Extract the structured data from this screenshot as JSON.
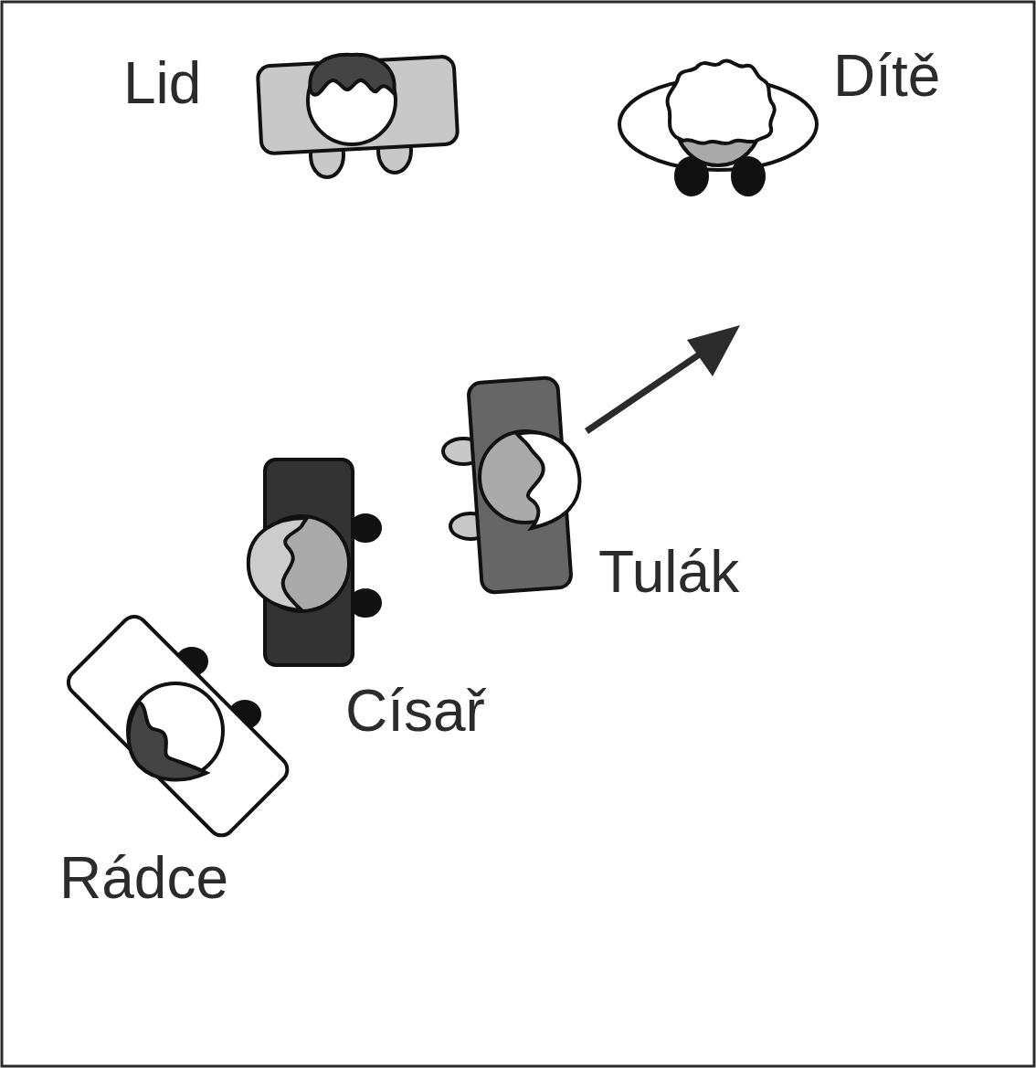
{
  "diagram": {
    "labels": [
      "Lid",
      "Dítě",
      "Tulák",
      "Císař",
      "Rádce"
    ]
  }
}
